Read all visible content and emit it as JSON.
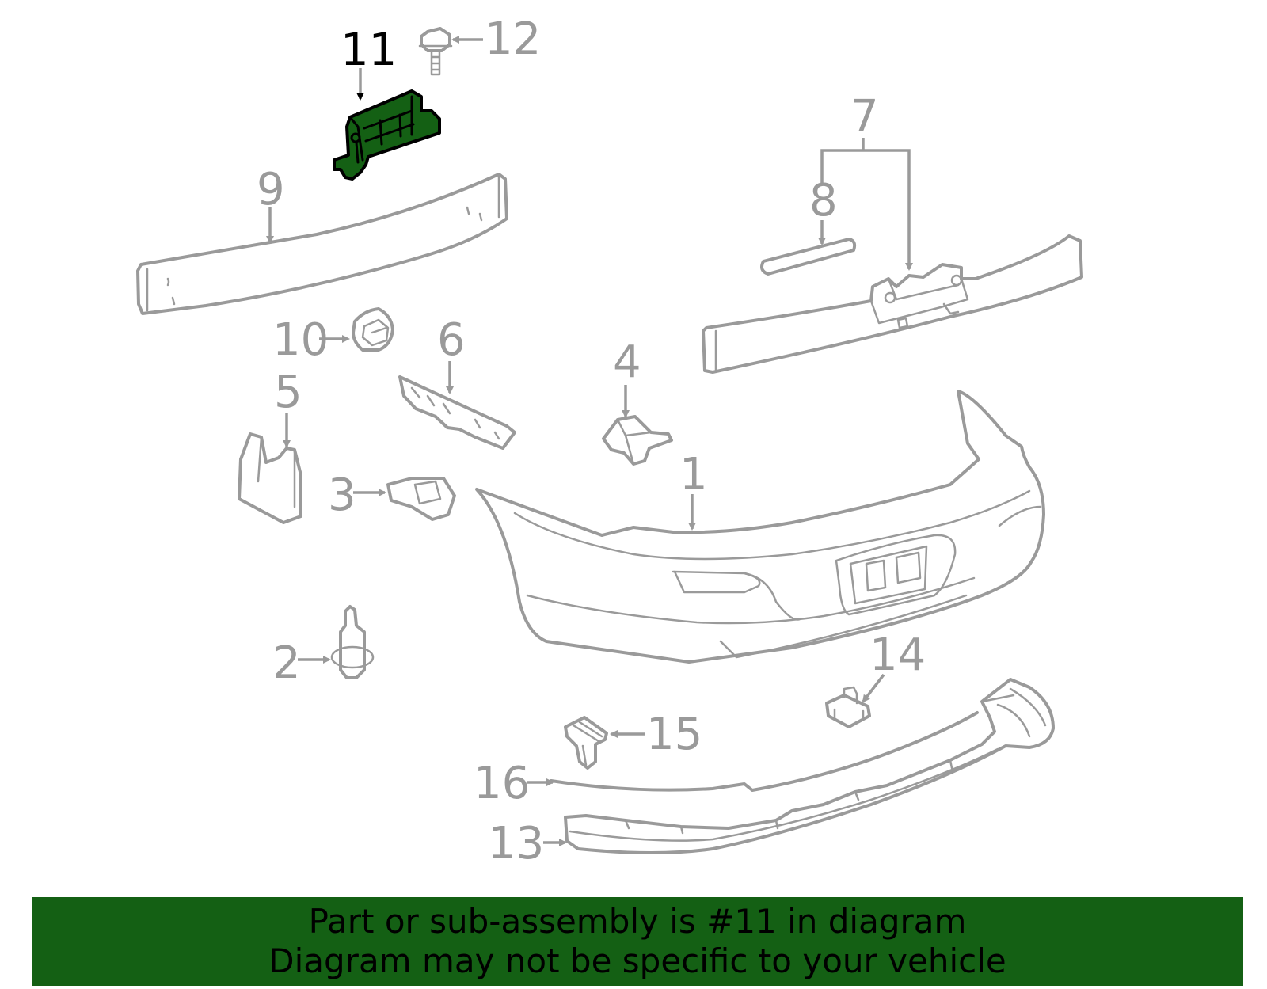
{
  "colors": {
    "highlight": "#146014",
    "banner_bg": "#146014",
    "part_line": "#9a9a9a",
    "highlight_text": "#000000"
  },
  "callouts": {
    "c1": "1",
    "c2": "2",
    "c3": "3",
    "c4": "4",
    "c5": "5",
    "c6": "6",
    "c7": "7",
    "c8": "8",
    "c9": "9",
    "c10": "10",
    "c11": "11",
    "c12": "12",
    "c13": "13",
    "c14": "14",
    "c15": "15",
    "c16": "16"
  },
  "highlighted_part": "11",
  "banner": {
    "line1": "Part or sub-assembly is #11 in diagram",
    "line2": "Diagram may not be specific to your vehicle"
  }
}
